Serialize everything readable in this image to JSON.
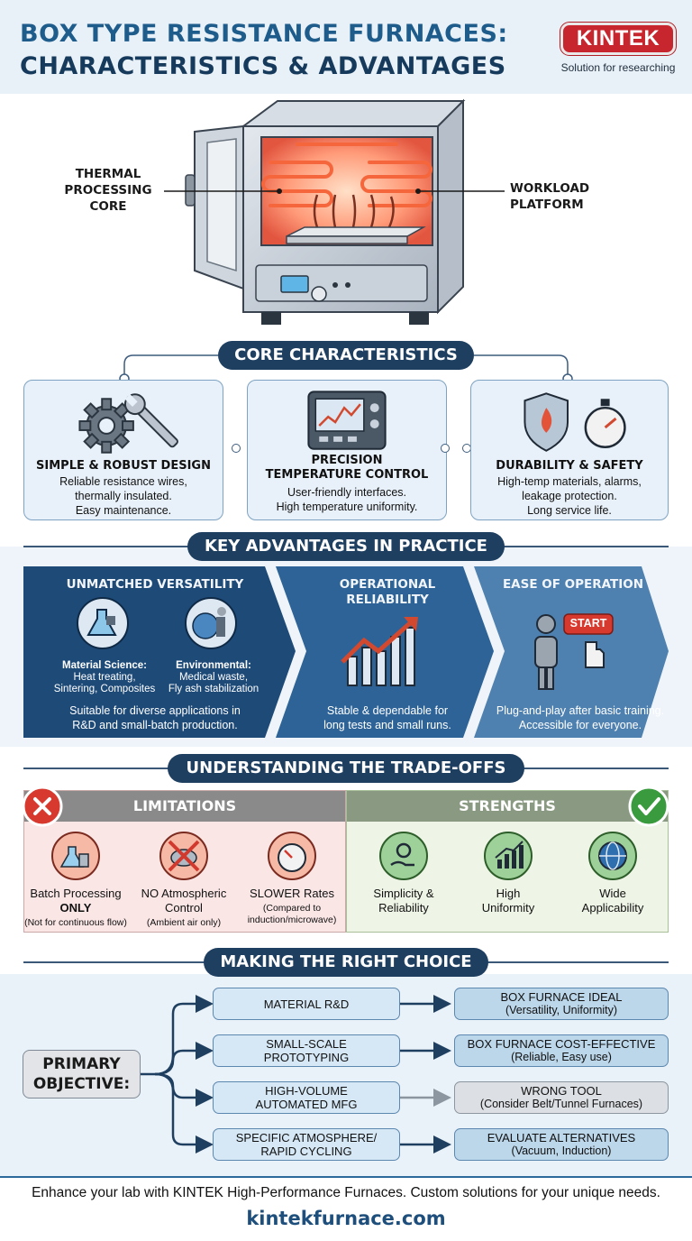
{
  "header": {
    "title_line1": "BOX TYPE RESISTANCE FURNACES:",
    "title_line2": "CHARACTERISTICS & ADVANTAGES",
    "logo_text": "KINTEK",
    "logo_tagline": "Solution for researching"
  },
  "hero": {
    "label_left": "THERMAL PROCESSING CORE",
    "label_right": "WORKLOAD PLATFORM"
  },
  "core": {
    "heading": "CORE CHARACTERISTICS",
    "cards": [
      {
        "icon": "gear-wrench-icon",
        "title": "SIMPLE & ROBUST DESIGN",
        "desc": [
          "Reliable resistance wires,",
          "thermally insulated.",
          "Easy maintenance."
        ]
      },
      {
        "icon": "control-panel-icon",
        "title": [
          "PRECISION",
          "TEMPERATURE CONTROL"
        ],
        "desc": [
          "User-friendly interfaces.",
          "High temperature uniformity."
        ]
      },
      {
        "icon": "shield-timer-icon",
        "title": "DURABILITY & SAFETY",
        "desc": [
          "High-temp materials, alarms,",
          "leakage protection.",
          "Long service life."
        ]
      }
    ]
  },
  "advantages": {
    "heading": "KEY ADVANTAGES IN PRACTICE",
    "items": [
      {
        "title": "UNMATCHED VERSATILITY",
        "sub": [
          {
            "label": "Material Science:",
            "detail": [
              "Heat treating,",
              "Sintering, Composites"
            ]
          },
          {
            "label": "Environmental:",
            "detail": [
              "Medical waste,",
              "Fly ash stabilization"
            ]
          }
        ],
        "text": [
          "Suitable for diverse applications in",
          "R&D and small-batch production."
        ]
      },
      {
        "title": [
          "OPERATIONAL",
          "RELIABILITY"
        ],
        "text": [
          "Stable & dependable for",
          "long tests and small runs."
        ]
      },
      {
        "title": "EASE OF OPERATION",
        "button": "START",
        "text": [
          "Plug-and-play after basic training.",
          "Accessible for everyone."
        ]
      }
    ],
    "colors": [
      "#1e4a78",
      "#2d6397",
      "#4f81b0"
    ]
  },
  "tradeoffs": {
    "heading": "UNDERSTANDING THE TRADE-OFFS",
    "limitations": {
      "label": "LIMITATIONS",
      "items": [
        {
          "title": "Batch Processing",
          "strong": "ONLY",
          "note": "(Not for continuous flow)"
        },
        {
          "title": "NO Atmospheric",
          "strong": "Control",
          "note": "(Ambient air only)"
        },
        {
          "title": "SLOWER Rates",
          "note": [
            "(Compared to",
            "induction/microwave)"
          ]
        }
      ]
    },
    "strengths": {
      "label": "STRENGTHS",
      "items": [
        {
          "title": [
            "Simplicity &",
            "Reliability"
          ]
        },
        {
          "title": [
            "High",
            "Uniformity"
          ]
        },
        {
          "title": [
            "Wide",
            "Applicability"
          ]
        }
      ]
    }
  },
  "choice": {
    "heading": "MAKING THE RIGHT CHOICE",
    "primary": [
      "PRIMARY",
      "OBJECTIVE:"
    ],
    "rows": [
      {
        "objective": [
          "MATERIAL R&D"
        ],
        "result": "BOX FURNACE IDEAL",
        "detail": "(Versatility, Uniformity)"
      },
      {
        "objective": [
          "SMALL-SCALE",
          "PROTOTYPING"
        ],
        "result": "BOX FURNACE COST-EFFECTIVE",
        "detail": "(Reliable, Easy use)"
      },
      {
        "objective": [
          "HIGH-VOLUME",
          "AUTOMATED MFG"
        ],
        "result": "WRONG TOOL",
        "detail": "(Consider Belt/Tunnel Furnaces)"
      },
      {
        "objective": [
          "SPECIFIC ATMOSPHERE/",
          "RAPID CYCLING"
        ],
        "result": "EVALUATE ALTERNATIVES",
        "detail": "(Vacuum, Induction)"
      }
    ]
  },
  "footer": {
    "text": "Enhance your lab with KINTEK High-Performance Furnaces. Custom solutions for your unique needs.",
    "url": "kintekfurnace.com"
  }
}
